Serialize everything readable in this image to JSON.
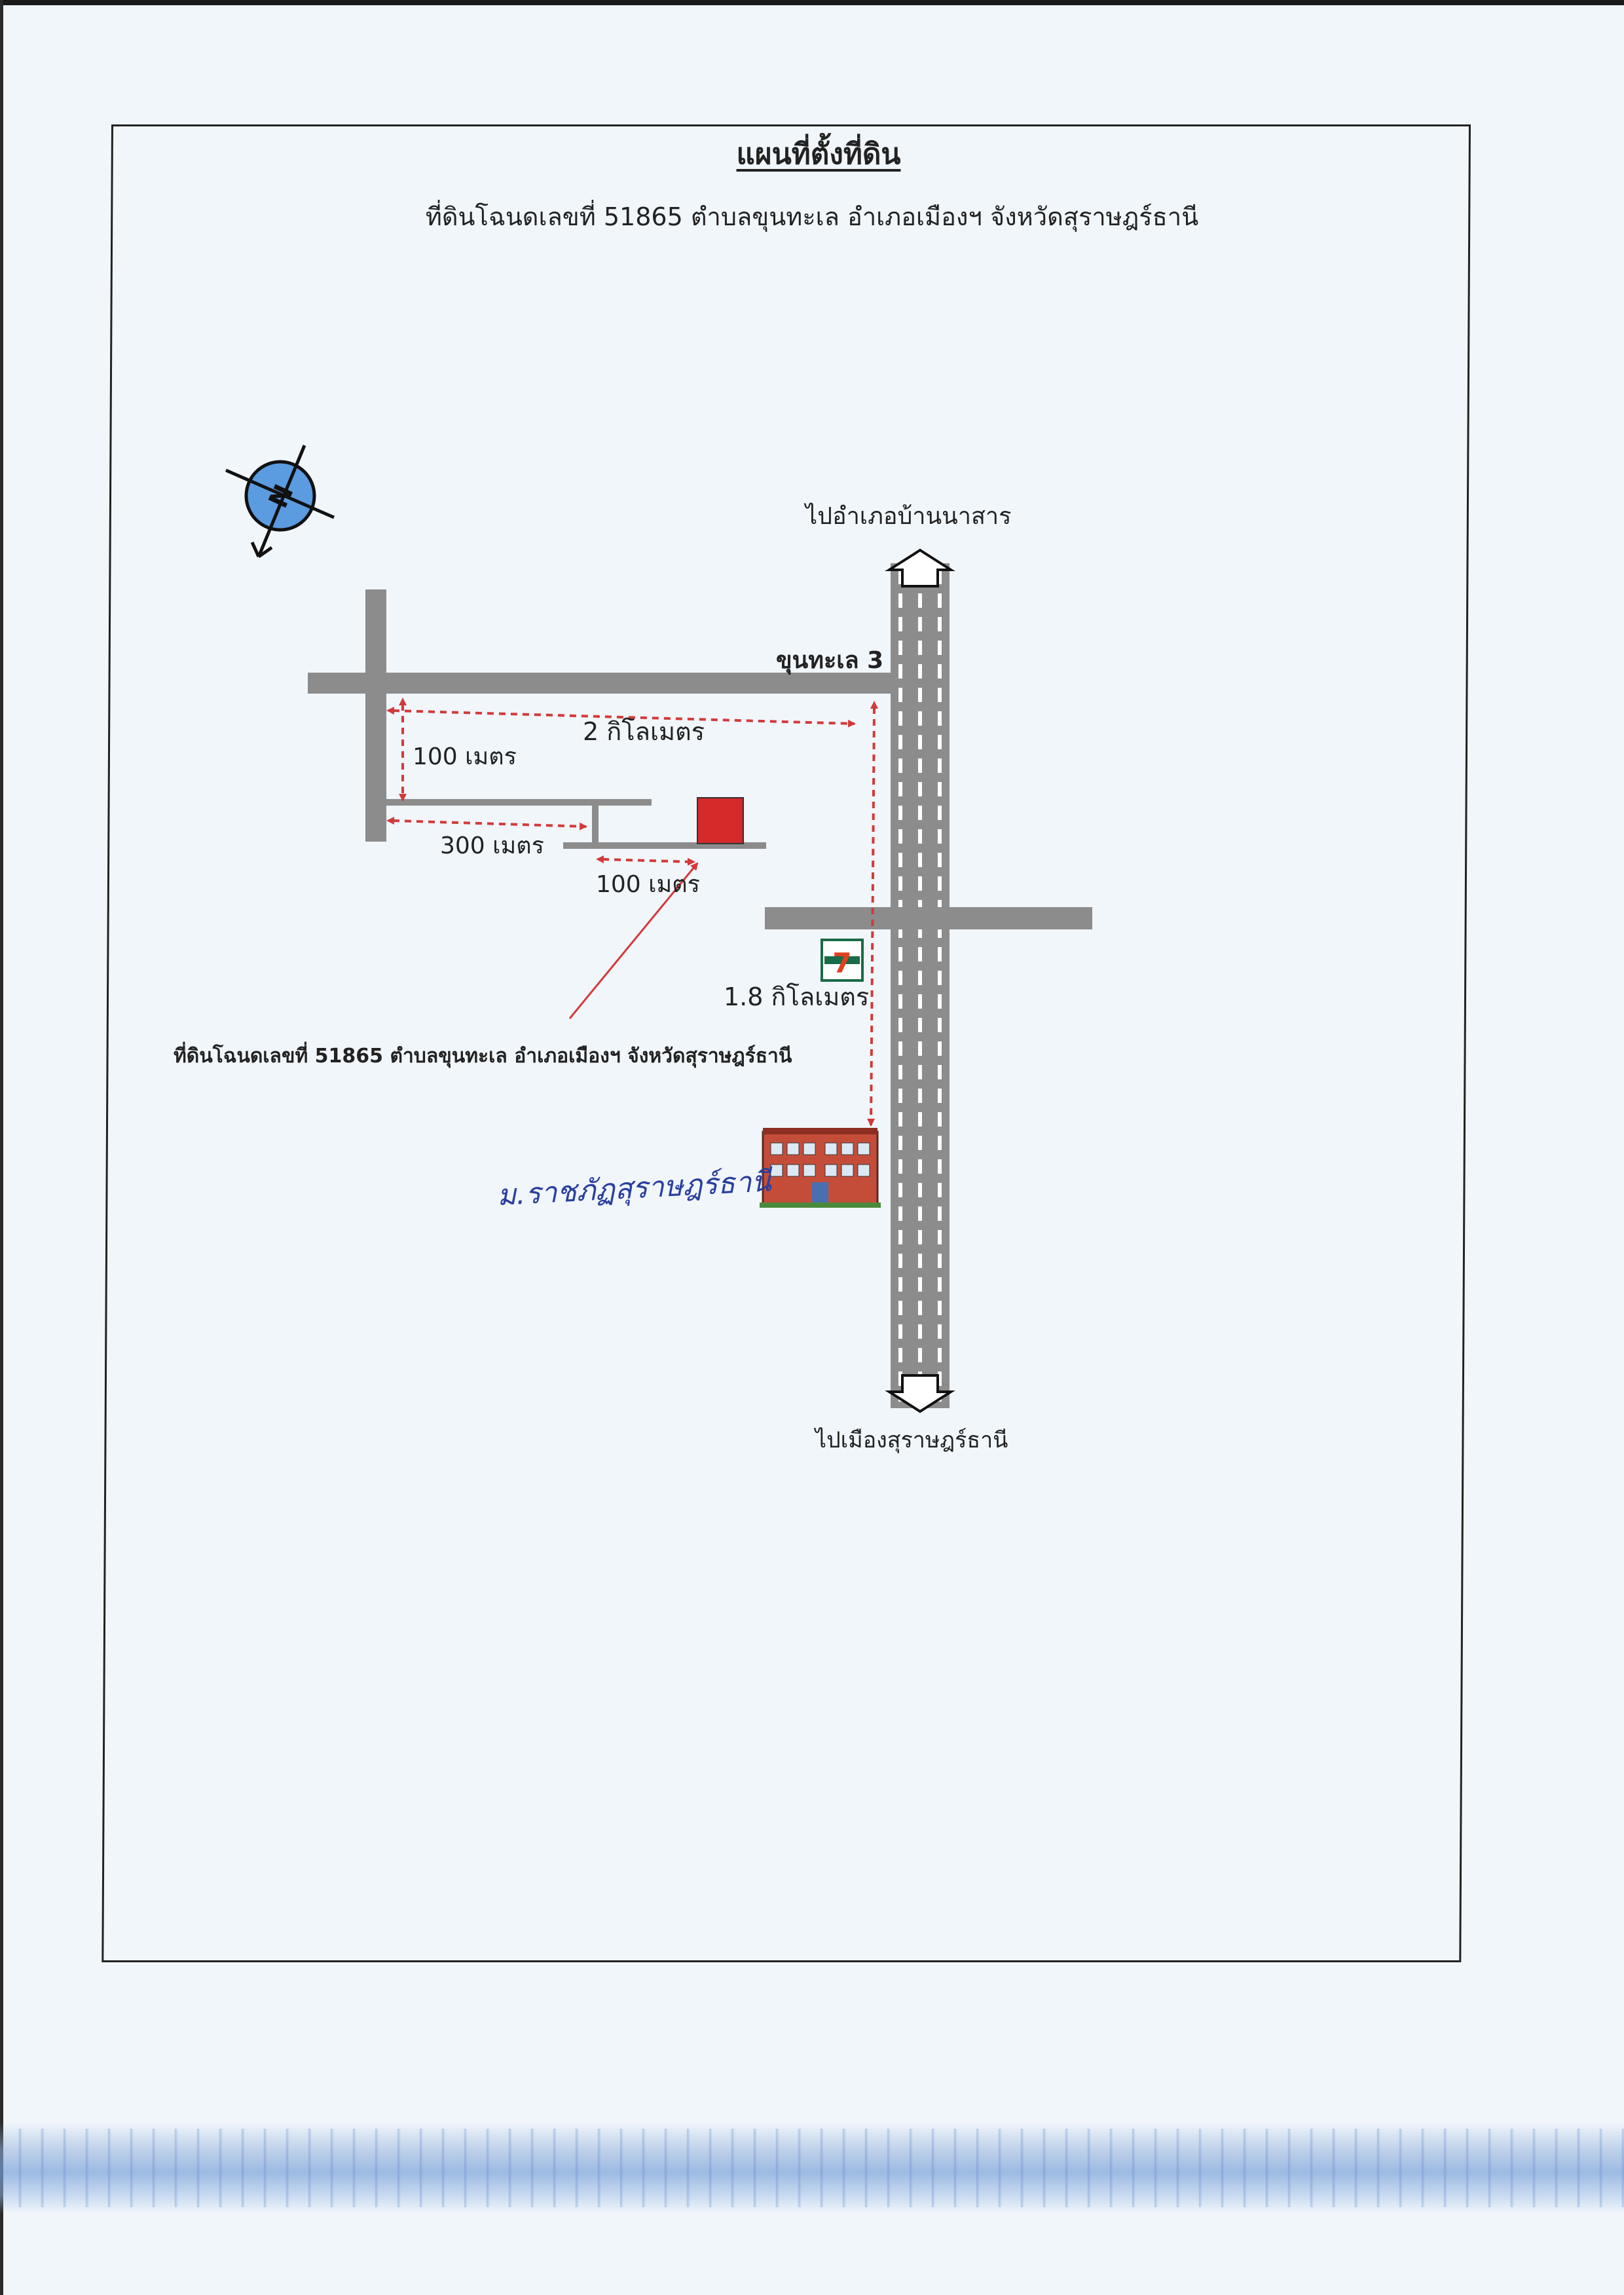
{
  "document": {
    "title": "แผนที่ตั้งที่ดิน",
    "subtitle": "ที่ดินโฉนดเลขที่ 51865  ตำบลขุนทะเล อำเภอเมืองฯ จังหวัดสุราษฎร์ธานี"
  },
  "map": {
    "compass_letter": "N",
    "labels": {
      "to_ban_na_san": "ไปอำเภอบ้านนาสาร",
      "to_surat_thani": "ไปเมืองสุราษฎร์ธานี",
      "road_khun_thale_3": "ขุนทะเล 3",
      "dist_2km": "2 กิโลเมตร",
      "dist_100m_vertical": "100 เมตร",
      "dist_300m": "300 เมตร",
      "dist_100m_horizontal": "100 เมตร",
      "dist_1_8km": "1.8 กิโลเมตร",
      "parcel_caption": "ที่ดินโฉนดเลขที่ 51865  ตำบลขุนทะเล อำเภอเมืองฯ จังหวัดสุราษฎร์ธานี",
      "university_handwritten": "ม.ราชภัฏสุราษฎร์ธานี"
    },
    "icons": {
      "store": "7-eleven-store-icon",
      "university": "university-building-icon",
      "compass": "north-arrow-compass-icon"
    },
    "colors": {
      "road": "#8c8c8c",
      "dimension_arrow": "#d23a3a",
      "parcel": "#d42a2a",
      "pointer": "#d23a3a",
      "compass_fill": "#5b9be0",
      "handwriting": "#2a3f9e"
    }
  }
}
